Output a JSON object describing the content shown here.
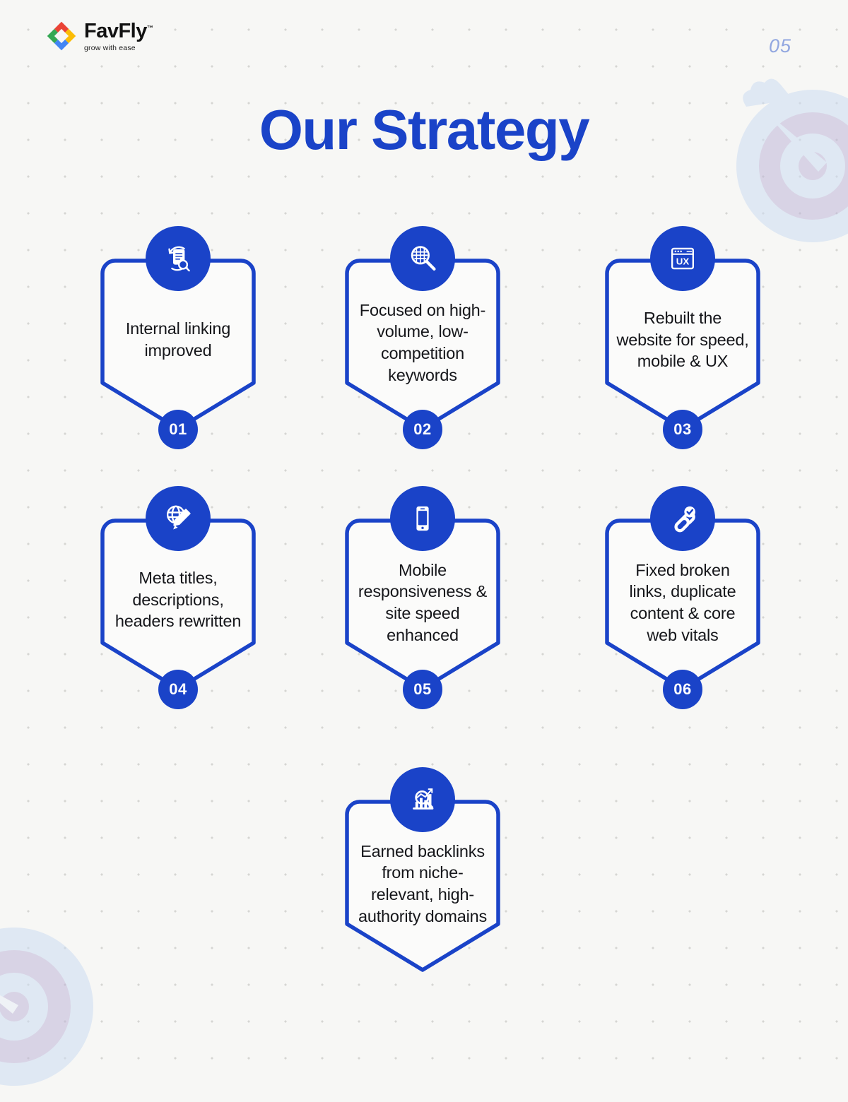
{
  "brand": {
    "name": "FavFly",
    "trademark": "™",
    "tagline": "grow with ease",
    "logo_icon": "favfly-diamond-logo",
    "colors": {
      "logo_red": "#ea4335",
      "logo_green": "#34a853",
      "logo_yellow": "#fbbc05",
      "logo_blue": "#4285f4"
    }
  },
  "header": {
    "page_number": "05"
  },
  "page": {
    "title": "Our Strategy",
    "background_color": "#f7f7f5",
    "accent_color": "#1a43c8",
    "text_color": "#15161a",
    "page_number_color": "#92a7e0",
    "decoration_icon": "target-dartboard-icon"
  },
  "cards": [
    {
      "number": "01",
      "text": "Internal linking improved",
      "icon": "document-search-icon"
    },
    {
      "number": "02",
      "text": "Focused on high-volume, low-competition keywords",
      "icon": "keyword-magnifier-icon"
    },
    {
      "number": "03",
      "text": "Rebuilt the website for speed, mobile & UX",
      "icon": "browser-ux-window-icon",
      "icon_label": "UX"
    },
    {
      "number": "04",
      "text": "Meta titles, descriptions, headers rewritten",
      "icon": "globe-pencil-edit-icon"
    },
    {
      "number": "05",
      "text": "Mobile responsiveness & site speed enhanced",
      "icon": "smartphone-icon"
    },
    {
      "number": "06",
      "text": "Fixed broken links, duplicate content & core web vitals",
      "icon": "broken-link-check-icon"
    },
    {
      "number": "",
      "text": "Earned backlinks from niche-relevant, high-authority domains",
      "icon": "bar-chart-magnifier-icon"
    }
  ]
}
